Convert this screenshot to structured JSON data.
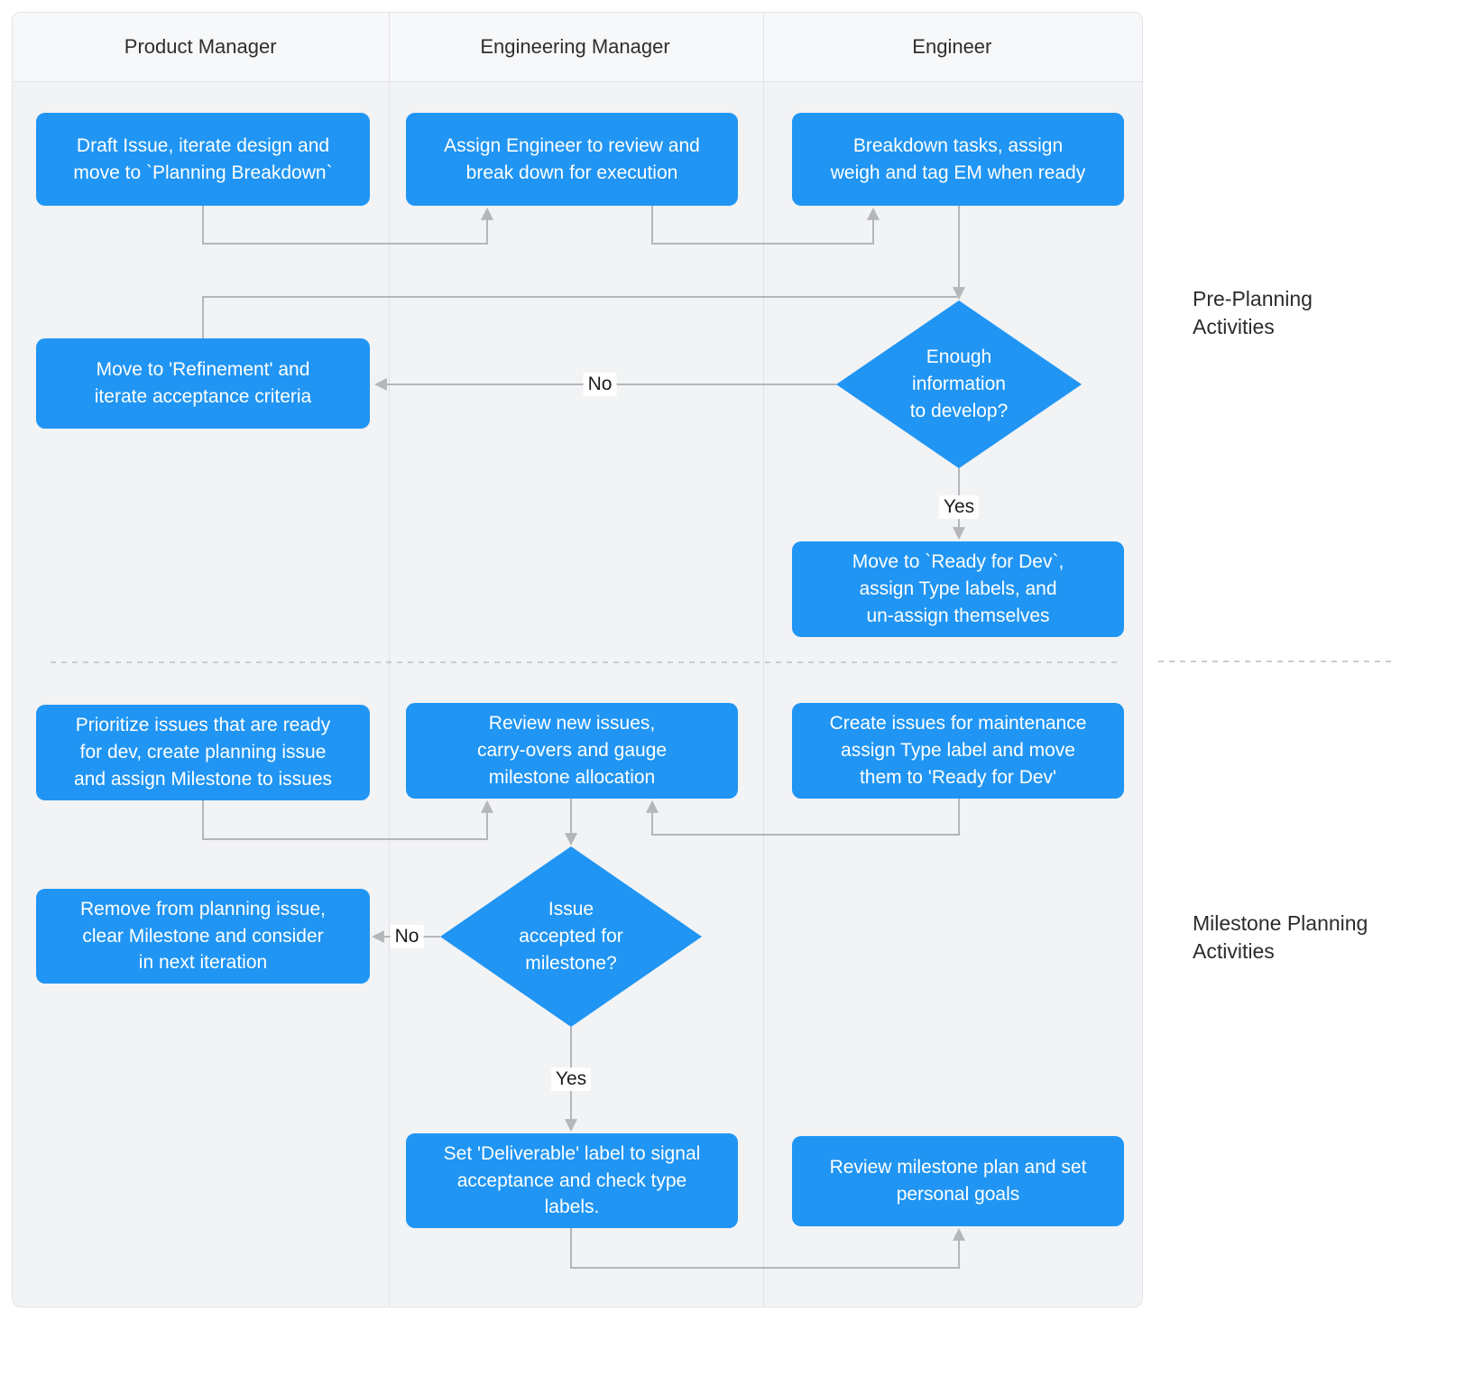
{
  "lanes": [
    {
      "title": "Product Manager"
    },
    {
      "title": "Engineering Manager"
    },
    {
      "title": "Engineer"
    }
  ],
  "nodes": {
    "draft_issue": {
      "label": "Draft Issue, iterate design and\nmove to `Planning Breakdown`"
    },
    "assign_engineer": {
      "label": "Assign Engineer to review and\nbreak down for execution"
    },
    "breakdown_tasks": {
      "label": "Breakdown tasks, assign\nweigh and tag EM when ready"
    },
    "enough_info": {
      "label": "Enough\ninformation\nto develop?"
    },
    "move_refinement": {
      "label": "Move to 'Refinement' and\niterate acceptance criteria"
    },
    "ready_for_dev": {
      "label": "Move to `Ready for Dev`,\nassign Type labels, and\nun-assign themselves"
    },
    "prioritize_issues": {
      "label": "Prioritize issues that are ready\nfor dev, create planning issue\nand assign Milestone to issues"
    },
    "review_new_issues": {
      "label": "Review new issues,\ncarry-overs and gauge\nmilestone allocation"
    },
    "create_maintenance": {
      "label": "Create issues for maintenance\nassign Type label and move\nthem to 'Ready for Dev'"
    },
    "issue_accepted": {
      "label": "Issue\naccepted for\nmilestone?"
    },
    "remove_from_planning": {
      "label": "Remove from planning issue,\nclear Milestone and consider\nin next iteration"
    },
    "set_deliverable": {
      "label": "Set 'Deliverable' label to signal\nacceptance and check type\nlabels."
    },
    "review_milestone_plan": {
      "label": "Review milestone plan and set\npersonal goals"
    }
  },
  "edge_labels": {
    "no_develop": "No",
    "yes_develop": "Yes",
    "no_milestone": "No",
    "yes_milestone": "Yes"
  },
  "section_labels": {
    "pre_planning": "Pre-Planning\nActivities",
    "milestone_planning": "Milestone Planning\nActivities"
  },
  "colors": {
    "node_fill": "#2095f3",
    "node_text": "#ffffff",
    "connector": "#b4b6b9",
    "lane_background": "#f2f3f5",
    "header_background": "#f7f8f9"
  }
}
